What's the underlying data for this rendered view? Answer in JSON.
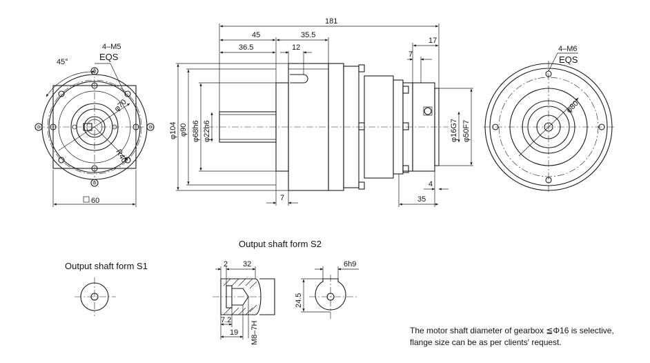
{
  "front_view": {
    "angle": "45°",
    "hole_spec": "4–M5",
    "hole_eqs": "EQS",
    "pcd": "φ70",
    "radius": "R40",
    "square": "60"
  },
  "side_view": {
    "overall_length": "181",
    "len_45": "45",
    "len_35_5": "35.5",
    "len_36_5": "36.5",
    "key_len": "12",
    "len_17": "17",
    "len_7_top": "7",
    "len_7_bottom": "7",
    "len_4": "4",
    "len_35": "35",
    "dia_104": "φ104",
    "dia_90": "φ90",
    "dia_68": "φ68h6",
    "dia_22": "φ22h6",
    "dia_16": "φ16G7",
    "dia_50": "φ50F7"
  },
  "rear_view": {
    "hole_spec": "4–M6",
    "hole_eqs": "EQS",
    "pcd": "φ80"
  },
  "s2": {
    "title": "Output shaft form S2",
    "dim_2": "2",
    "dim_32": "32",
    "dim_7_2": "7.2",
    "dim_19": "19",
    "thread": "M8–7H",
    "key_width": "6h9",
    "key_height": "24.5"
  },
  "s1": {
    "title": "Output shaft form S1"
  },
  "note": {
    "line1": "The motor shaft diameter of gearbox ≦Φ16 is selective,",
    "line2": "flange size can be as per clients′   request."
  }
}
